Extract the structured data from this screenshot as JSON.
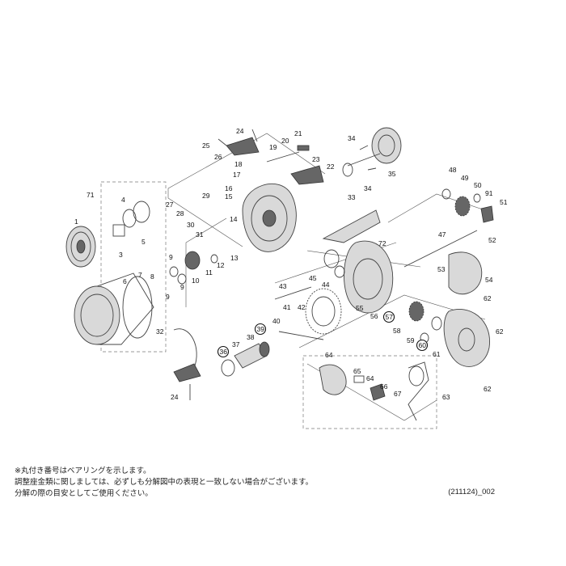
{
  "parts": {
    "labels": [
      "1",
      "3",
      "4",
      "5",
      "6",
      "7",
      "8",
      "9",
      "9",
      "9",
      "10",
      "11",
      "12",
      "13",
      "14",
      "15",
      "16",
      "17",
      "18",
      "19",
      "20",
      "21",
      "22",
      "23",
      "24",
      "24",
      "25",
      "26",
      "27",
      "28",
      "29",
      "30",
      "31",
      "32",
      "33",
      "34",
      "34",
      "35",
      "36",
      "37",
      "38",
      "39",
      "40",
      "41",
      "42",
      "43",
      "44",
      "45",
      "47",
      "48",
      "49",
      "50",
      "51",
      "52",
      "53",
      "54",
      "55",
      "56",
      "57",
      "58",
      "59",
      "60",
      "61",
      "62",
      "62",
      "62",
      "63",
      "64",
      "64",
      "65",
      "66",
      "67",
      "71",
      "72",
      "91"
    ],
    "bearing_labels": [
      "36",
      "39",
      "57",
      "60"
    ]
  },
  "notes": {
    "line1": "※丸付き番号はベアリングを示します。",
    "line2": "調整座金類に関しましては、必ずしも分解図中の表現と一致しない場合がございます。",
    "line3": "分解の際の目安としてご使用ください。"
  },
  "doc_code": "(211124)_002"
}
